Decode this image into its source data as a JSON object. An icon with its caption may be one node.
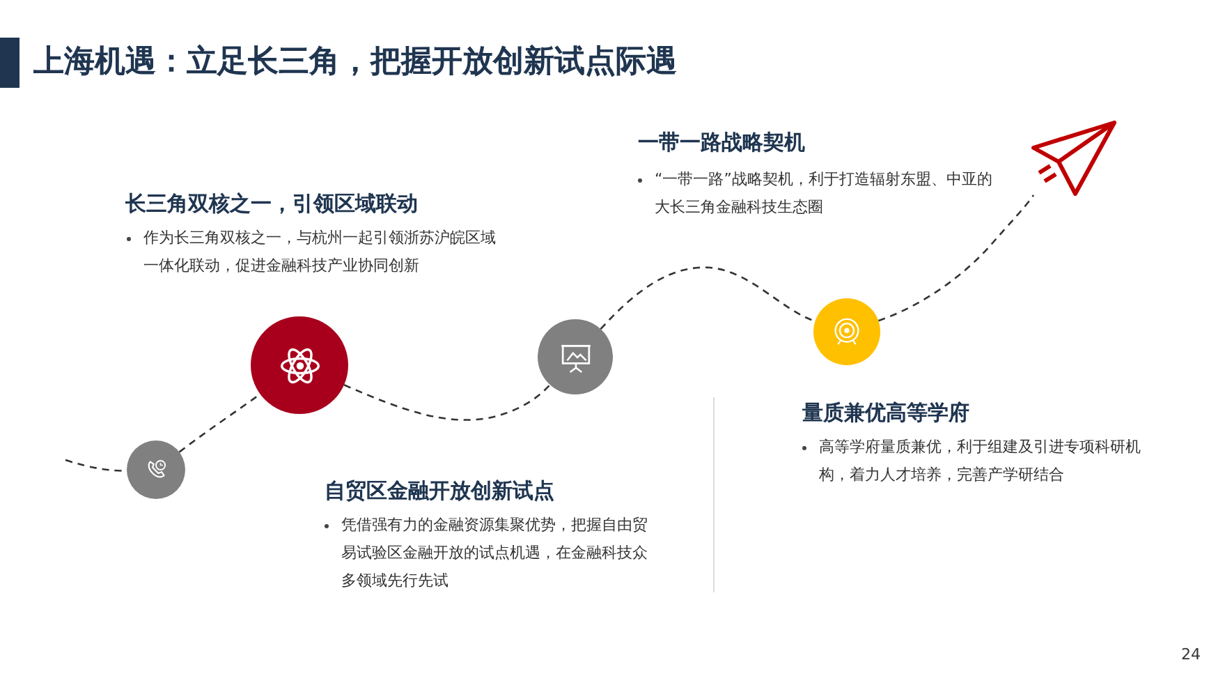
{
  "diagram": {
    "title": "上海机遇：立足长三角，把握开放创新试点际遇",
    "nodes": [
      {
        "text": [],
        "shape": "circle"
      },
      {
        "text": [],
        "shape": "circle"
      },
      {
        "text": [],
        "shape": "circle"
      },
      {
        "text": [],
        "shape": "circle"
      },
      {
        "text": [],
        "shape": "plane"
      }
    ],
    "edges": [
      {
        "from": null,
        "to": 0,
        "arrow": "none",
        "style": "dashed"
      },
      {
        "from": 0,
        "to": 1,
        "arrow": "none",
        "style": "dashed"
      },
      {
        "from": 1,
        "to": 2,
        "arrow": "none",
        "style": "dashed"
      },
      {
        "from": 2,
        "to": 3,
        "arrow": "none",
        "style": "dashed"
      },
      {
        "from": 3,
        "to": 4,
        "arrow": "none",
        "style": "dashed"
      }
    ],
    "labels": [
      "一带一路战略契机",
      "“一带一路”战略契机，利于打造辐射东盟、中亚的大长三角金融科技生态圈",
      "长三角双核之一，引领区域联动",
      "作为长三角双核之一，与杭州一起引领浙苏沪皖区域一体化联动，促进金融科技产业协同创新",
      "量质兼优高等学府",
      "高等学府量质兼优，利于组建及引进专项科研机构，着力人才培养，完善产学研结合",
      "自贸区金融开放创新试点",
      "凭借强有力的金融资源集聚优势，把握自由贸易试验区金融开放的试点机遇，在金融科技众多领域先行先试",
      "24"
    ]
  }
}
